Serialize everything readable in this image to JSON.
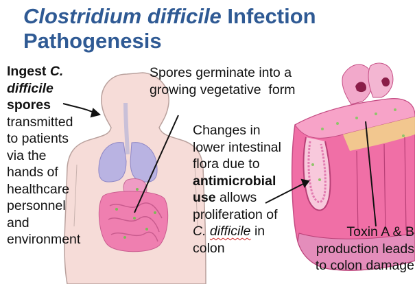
{
  "title": {
    "italic": "Clostridium difficile",
    "rest": " Infection",
    "line2": "Pathogenesis"
  },
  "left_text": {
    "line1_pre": "Ingest ",
    "line1_it": "C.",
    "line2_it": "difficile",
    "line3": "spores",
    "lines": [
      "transmitted",
      "to patients",
      "via the",
      "hands of",
      "healthcare",
      "personnel",
      "and",
      "environment"
    ]
  },
  "germinate_text": [
    "Spores germinate into a",
    "growing vegetative  form"
  ],
  "flora_text": {
    "l1": "Changes in",
    "l2": "lower intestinal",
    "l3": "flora due to",
    "l4": "antimicrobial",
    "l5_b": "use",
    "l5_r": " allows",
    "l6": "proliferation of",
    "l7_a": "C. ",
    "l7_b": "difficile",
    "l7_c": " in",
    "l8": "colon"
  },
  "toxin_text": [
    "Toxin A & B",
    "production leads",
    "to colon damage"
  ],
  "colors": {
    "title": "#2f5a94",
    "body_skin": "#f6dcd8",
    "body_outline": "#b9a19d",
    "lungs": "#b9b3e2",
    "intestine": "#ef7fb0",
    "colon_tissue": "#f06fa6",
    "spell_underline": "#d02020"
  }
}
